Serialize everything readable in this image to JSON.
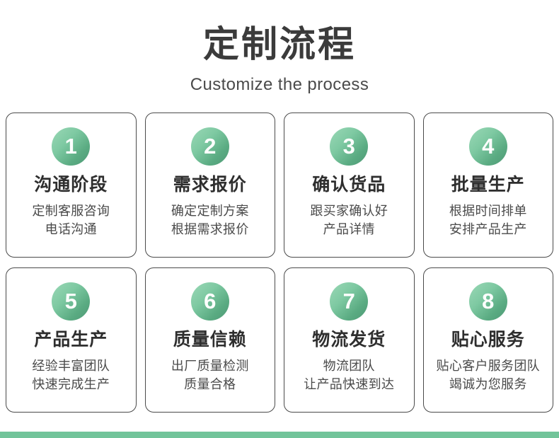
{
  "header": {
    "title": "定制流程",
    "subtitle": "Customize the process"
  },
  "colors": {
    "badge_gradient_start": "#9ad8b6",
    "badge_gradient_end": "#4f9a76",
    "accent_bar": "#72c49a",
    "card_border": "#4a4a4a",
    "title_text": "#3b3b3b",
    "body_text": "#4a4a4a",
    "background": "#ffffff"
  },
  "steps": [
    {
      "number": "1",
      "title": "沟通阶段",
      "desc_line1": "定制客服咨询",
      "desc_line2": "电话沟通"
    },
    {
      "number": "2",
      "title": "需求报价",
      "desc_line1": "确定定制方案",
      "desc_line2": "根据需求报价"
    },
    {
      "number": "3",
      "title": "确认货品",
      "desc_line1": "跟买家确认好",
      "desc_line2": "产品详情"
    },
    {
      "number": "4",
      "title": "批量生产",
      "desc_line1": "根据时间排单",
      "desc_line2": "安排产品生产"
    },
    {
      "number": "5",
      "title": "产品生产",
      "desc_line1": "经验丰富团队",
      "desc_line2": "快速完成生产"
    },
    {
      "number": "6",
      "title": "质量信赖",
      "desc_line1": "出厂质量检测",
      "desc_line2": "质量合格"
    },
    {
      "number": "7",
      "title": "物流发货",
      "desc_line1": "物流团队",
      "desc_line2": "让产品快速到达"
    },
    {
      "number": "8",
      "title": "贴心服务",
      "desc_line1": "贴心客户服务团队",
      "desc_line2": "竭诚为您服务"
    }
  ]
}
